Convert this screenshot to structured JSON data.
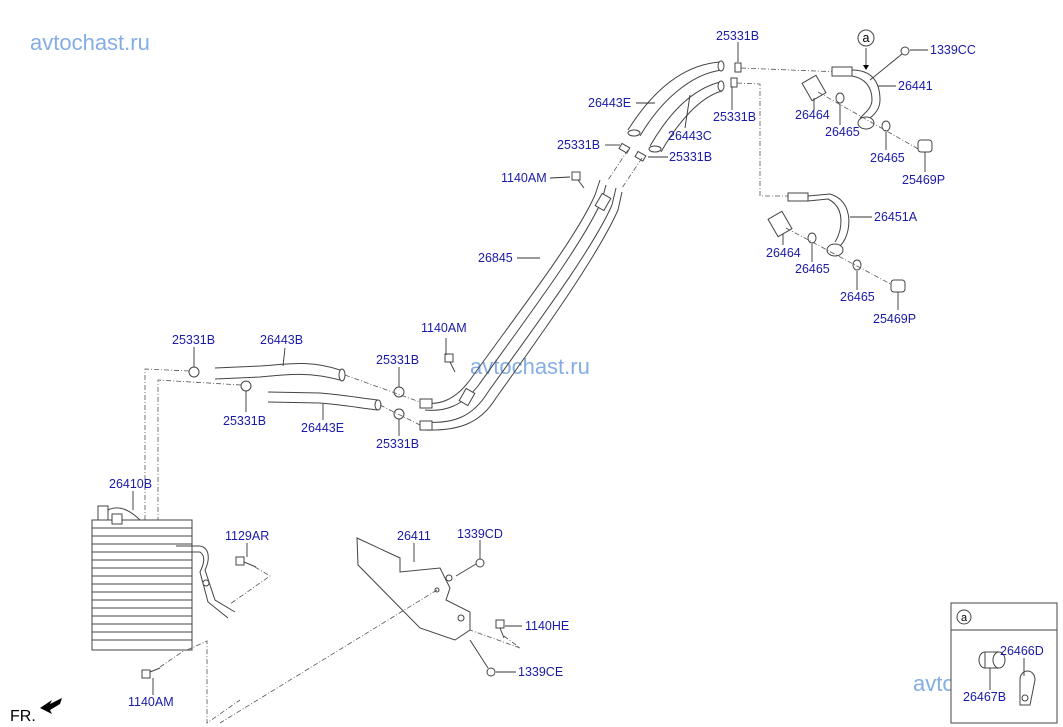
{
  "watermarks": [
    "avtochast.ru",
    "avtochast.ru",
    "avtochast.ru"
  ],
  "direction_label": "FR.",
  "detail_marker": "a",
  "callouts": {
    "c01": "25331B",
    "c02": "1339CC",
    "c03": "26441",
    "c04": "26443E",
    "c05": "26443C",
    "c06": "25331B",
    "c07": "26464",
    "c08": "26465",
    "c09": "26465",
    "c10": "25469P",
    "c11": "25331B",
    "c12": "25331B",
    "c13": "1140AM",
    "c14": "26451A",
    "c15": "26464",
    "c16": "26465",
    "c17": "26845",
    "c18": "26465",
    "c19": "25469P",
    "c20": "1140AM",
    "c21": "25331B",
    "c22": "26443B",
    "c23": "25331B",
    "c24": "25331B",
    "c25": "26443E",
    "c26": "25331B",
    "c27": "26410B",
    "c28": "1129AR",
    "c29": "26411",
    "c30": "1339CD",
    "c31": "1140HE",
    "c32": "1339CE",
    "c33": "1140AM"
  },
  "detail_box": {
    "marker": "a",
    "callouts": [
      "26466D",
      "26467B"
    ]
  }
}
